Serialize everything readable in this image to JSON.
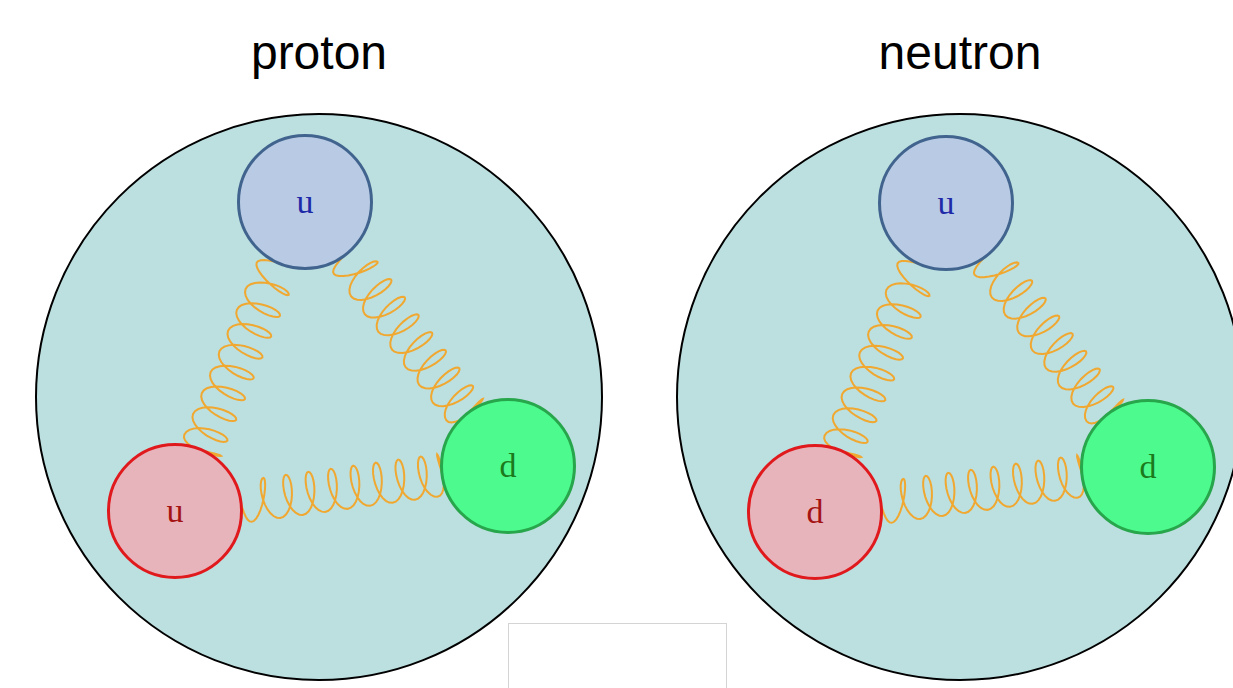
{
  "diagram": {
    "nodes": [
      {
        "text": [
          "proton"
        ]
      },
      {
        "text": [
          "u"
        ],
        "in": 0
      },
      {
        "text": [
          "u"
        ],
        "in": 0
      },
      {
        "text": [
          "d"
        ],
        "in": 0
      },
      {
        "text": [
          "neutron"
        ]
      },
      {
        "text": [
          "u"
        ],
        "in": 4
      },
      {
        "text": [
          "d"
        ],
        "in": 4
      },
      {
        "text": [
          "d"
        ],
        "in": 4
      }
    ],
    "edges": [
      {
        "from": 1,
        "to": 2,
        "arrow": "none"
      },
      {
        "from": 1,
        "to": 3,
        "arrow": "none"
      },
      {
        "from": 2,
        "to": 3,
        "arrow": "none"
      },
      {
        "from": 5,
        "to": 6,
        "arrow": "none"
      },
      {
        "from": 5,
        "to": 7,
        "arrow": "none"
      },
      {
        "from": 6,
        "to": 7,
        "arrow": "none"
      }
    ]
  }
}
